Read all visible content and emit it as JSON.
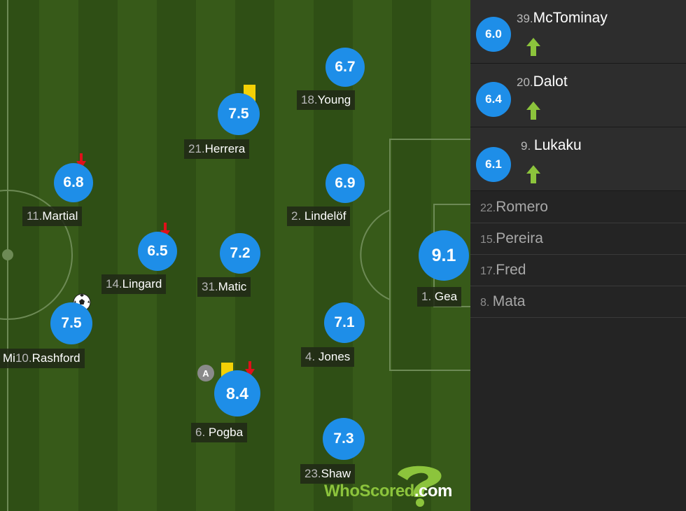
{
  "pitch": {
    "players": [
      {
        "number": "18.",
        "name": "Young",
        "rating": "6.7"
      },
      {
        "number": "21.",
        "name": "Herrera",
        "rating": "7.5"
      },
      {
        "number": "11.",
        "name": "Martial",
        "rating": "6.8"
      },
      {
        "number": "2. ",
        "name": "Lindelöf",
        "rating": "6.9"
      },
      {
        "number": "14.",
        "name": "Lingard",
        "rating": "6.5"
      },
      {
        "number": "31.",
        "name": "Matic",
        "rating": "7.2"
      },
      {
        "number": "1. ",
        "name": "Gea",
        "rating": "9.1"
      },
      {
        "number": "10.",
        "name": "Rashford",
        "rating": "7.5"
      },
      {
        "number": "4. ",
        "name": "Jones",
        "rating": "7.1"
      },
      {
        "number": "6. ",
        "name": "Pogba",
        "rating": "8.4"
      },
      {
        "number": "23.",
        "name": "Shaw",
        "rating": "7.3"
      }
    ],
    "cut_off_name": "Mi",
    "captain_badge": "A",
    "logo": {
      "who": "WhoScored",
      "dotcom": ".com"
    }
  },
  "bench": {
    "subs_on": [
      {
        "number": "39.",
        "name": "McTominay",
        "rating": "6.0"
      },
      {
        "number": "20.",
        "name": "Dalot",
        "rating": "6.4"
      },
      {
        "number": "9. ",
        "name": "Lukaku",
        "rating": "6.1"
      }
    ],
    "unused": [
      {
        "number": "22.",
        "name": "Romero"
      },
      {
        "number": "15.",
        "name": "Pereira"
      },
      {
        "number": "17.",
        "name": "Fred"
      },
      {
        "number": "8. ",
        "name": "Mata"
      }
    ]
  },
  "colors": {
    "rating_bubble": "#1e8ee8",
    "pitch_dark": "#2f4f15",
    "pitch_light": "#375a19",
    "yellow_card": "#f3d106",
    "sub_off_arrow": "#e0101a",
    "sub_on_arrow": "#8cc43c",
    "bench_bg": "#242424"
  },
  "icons": {
    "sub_off": "red-down-arrow-icon",
    "sub_on": "green-up-arrow-icon",
    "booking": "yellow-card-icon",
    "goal": "football-icon",
    "captain": "captain-badge-icon"
  }
}
